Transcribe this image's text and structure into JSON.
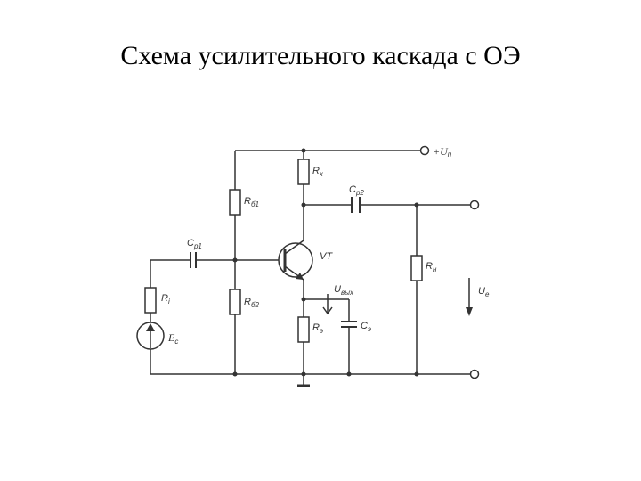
{
  "title": "Схема усилительного каскада с ОЭ",
  "labels": {
    "supply": {
      "main": "+U",
      "sub": "п"
    },
    "rk": {
      "main": "R",
      "sub": "к"
    },
    "cp2": {
      "main": "C",
      "sub": "р2"
    },
    "rb1": {
      "main": "R",
      "sub": "б1"
    },
    "cp1": {
      "main": "C",
      "sub": "р1"
    },
    "vt": {
      "main": "VT"
    },
    "rn": {
      "main": "R",
      "sub": "н"
    },
    "ri": {
      "main": "R",
      "sub": "i"
    },
    "uvyh": {
      "main": "U",
      "sub": "вых"
    },
    "ue": {
      "main": "U",
      "sub": "е"
    },
    "rb2": {
      "main": "R",
      "sub": "б2"
    },
    "re": {
      "main": "R",
      "sub": "э"
    },
    "ce": {
      "main": "C",
      "sub": "э"
    },
    "ec": {
      "main": "E",
      "sub": "c"
    }
  },
  "colors": {
    "ink": "#333333",
    "background": "#ffffff"
  }
}
